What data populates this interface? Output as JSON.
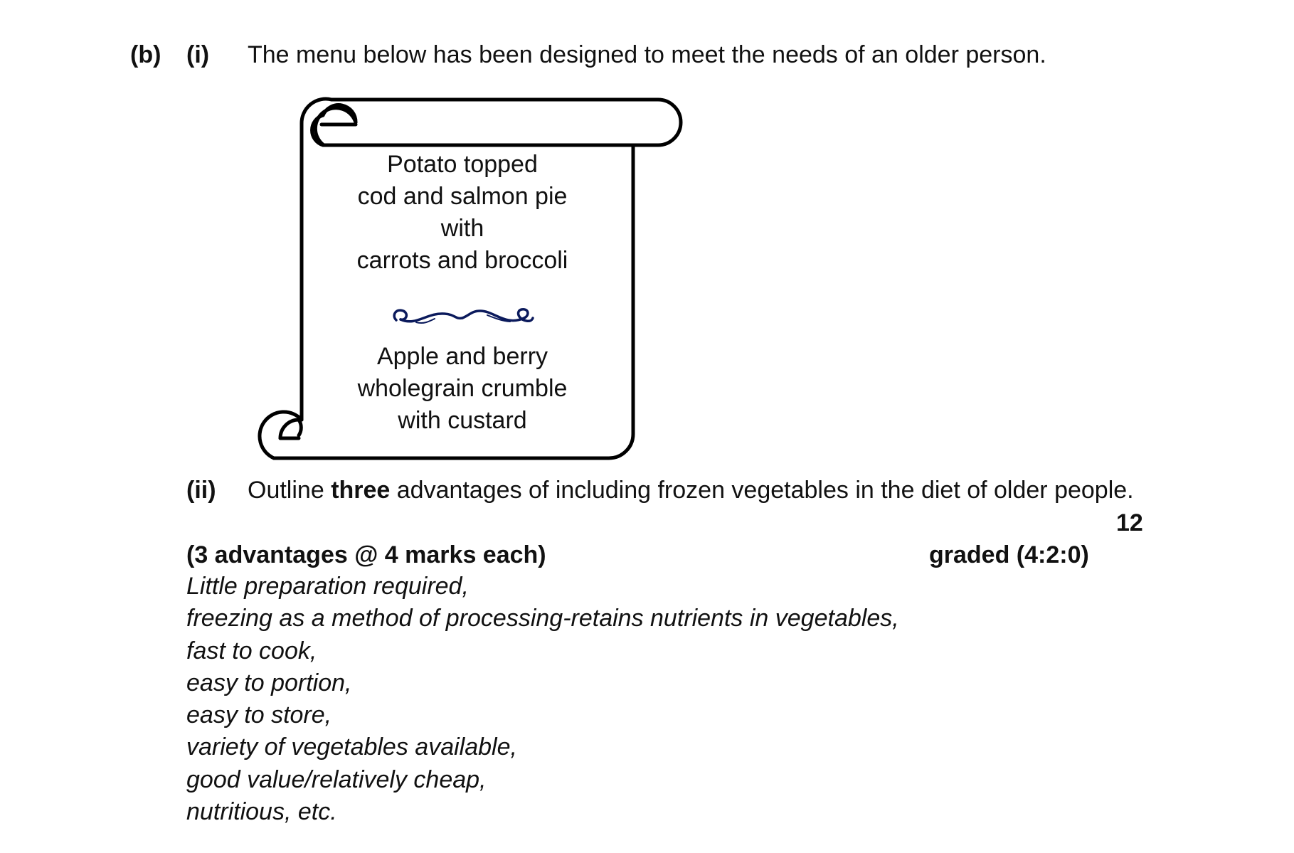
{
  "question_b": {
    "label": "(b)",
    "part_i_label": "(i)",
    "part_i_text": "The menu below has been designed to meet the needs of an older person."
  },
  "menu": {
    "main_lines": [
      "Potato topped",
      "cod and salmon pie",
      "with",
      "carrots and broccoli"
    ],
    "divider_icon": "flourish-divider",
    "dessert_lines": [
      "Apple and berry",
      "wholegrain crumble",
      "with custard"
    ],
    "divider_color": "#0b1a5c"
  },
  "question_ii": {
    "label": "(ii)",
    "text_before": "Outline ",
    "text_bold": "three",
    "text_after": " advantages of including frozen vegetables in the diet of older people.",
    "marks": "12"
  },
  "marking": {
    "scheme": "(3 advantages @ 4 marks each)",
    "grading": "graded (4:2:0)",
    "answers": [
      "Little preparation required,",
      "freezing as a method of processing-retains nutrients in vegetables,",
      "fast to cook,",
      "easy to portion,",
      "easy to store,",
      "variety of vegetables available,",
      "good value/relatively cheap,",
      "nutritious, etc."
    ]
  }
}
